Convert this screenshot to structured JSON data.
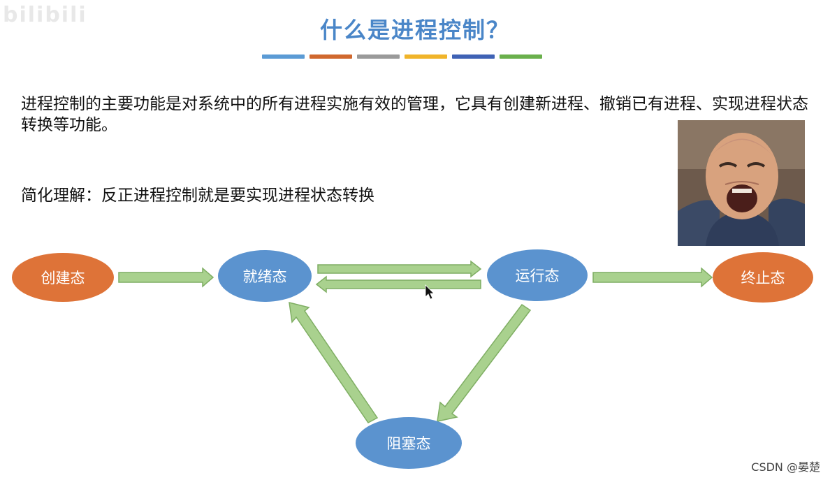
{
  "watermark": "bilibili",
  "title": "什么是进程控制？",
  "color_bars": [
    "#5b9bd5",
    "#d0682e",
    "#9a9a9a",
    "#f0b42a",
    "#3f62b5",
    "#6ab04c"
  ],
  "paragraph": "进程控制的主要功能是对系统中的所有进程实施有效的管理，它具有创建新进程、撤销已有进程、实现进程状态转换等功能。",
  "simple_understanding": "简化理解：反正进程控制就是要实现进程状态转换",
  "colors": {
    "blue_node": "#5b93cf",
    "orange_node": "#de7338",
    "arrow_fill": "#a9d18e",
    "arrow_stroke": "#7fae63"
  },
  "nodes": {
    "create": "创建态",
    "ready": "就绪态",
    "running": "运行态",
    "terminated": "终止态",
    "blocked": "阻塞态"
  },
  "footer": "CSDN @晏楚"
}
